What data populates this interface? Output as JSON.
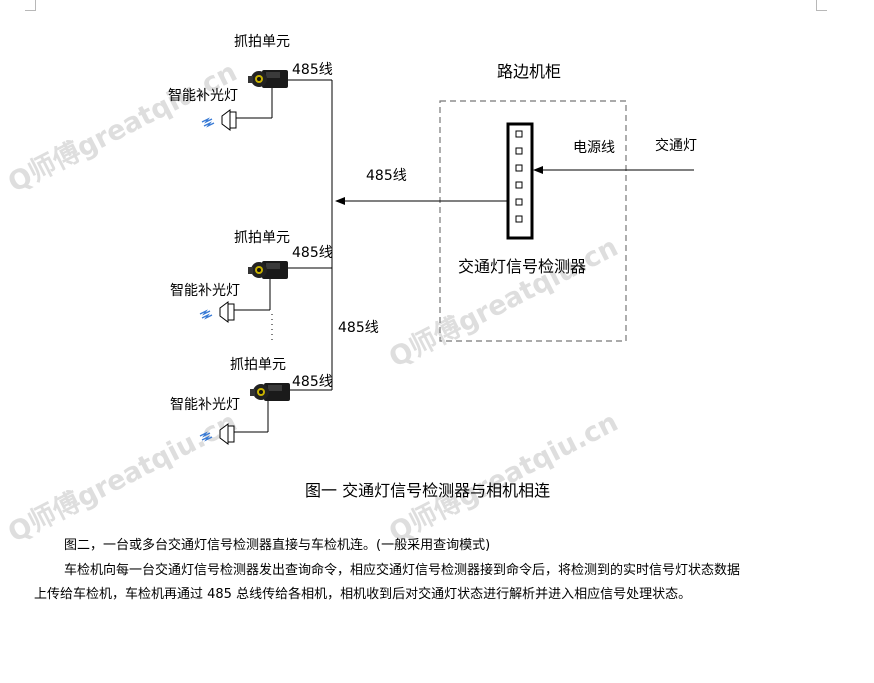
{
  "diagram": {
    "cameras": [
      {
        "label": "抓拍单元",
        "light": "智能补光灯",
        "line": "485线"
      },
      {
        "label": "抓拍单元",
        "light": "智能补光灯",
        "line": "485线"
      },
      {
        "label": "抓拍单元",
        "light": "智能补光灯",
        "line": "485线"
      }
    ],
    "bus_label_left": "485线",
    "bus_label_main": "485线",
    "cabinet_title": "路边机柜",
    "power_line": "电源线",
    "traffic_light": "交通灯",
    "detector_label": "交通灯信号检测器"
  },
  "caption": "图一 交通灯信号检测器与相机相连",
  "paragraphs": {
    "p1": "图二，一台或多台交通灯信号检测器直接与车检机连。(一般采用查询模式)",
    "p2_line1": "车检机向每一台交通灯信号检测器发出查询命令，相应交通灯信号检测器接到命令后，将检测到的实时信号灯状态数据",
    "p2_line2": "上传给车检机，车检机再通过 485 总线传给各相机，相机收到后对交通灯状态进行解析并进入相应信号处理状态。"
  },
  "watermark": "Q师傅greatqiu.cn"
}
